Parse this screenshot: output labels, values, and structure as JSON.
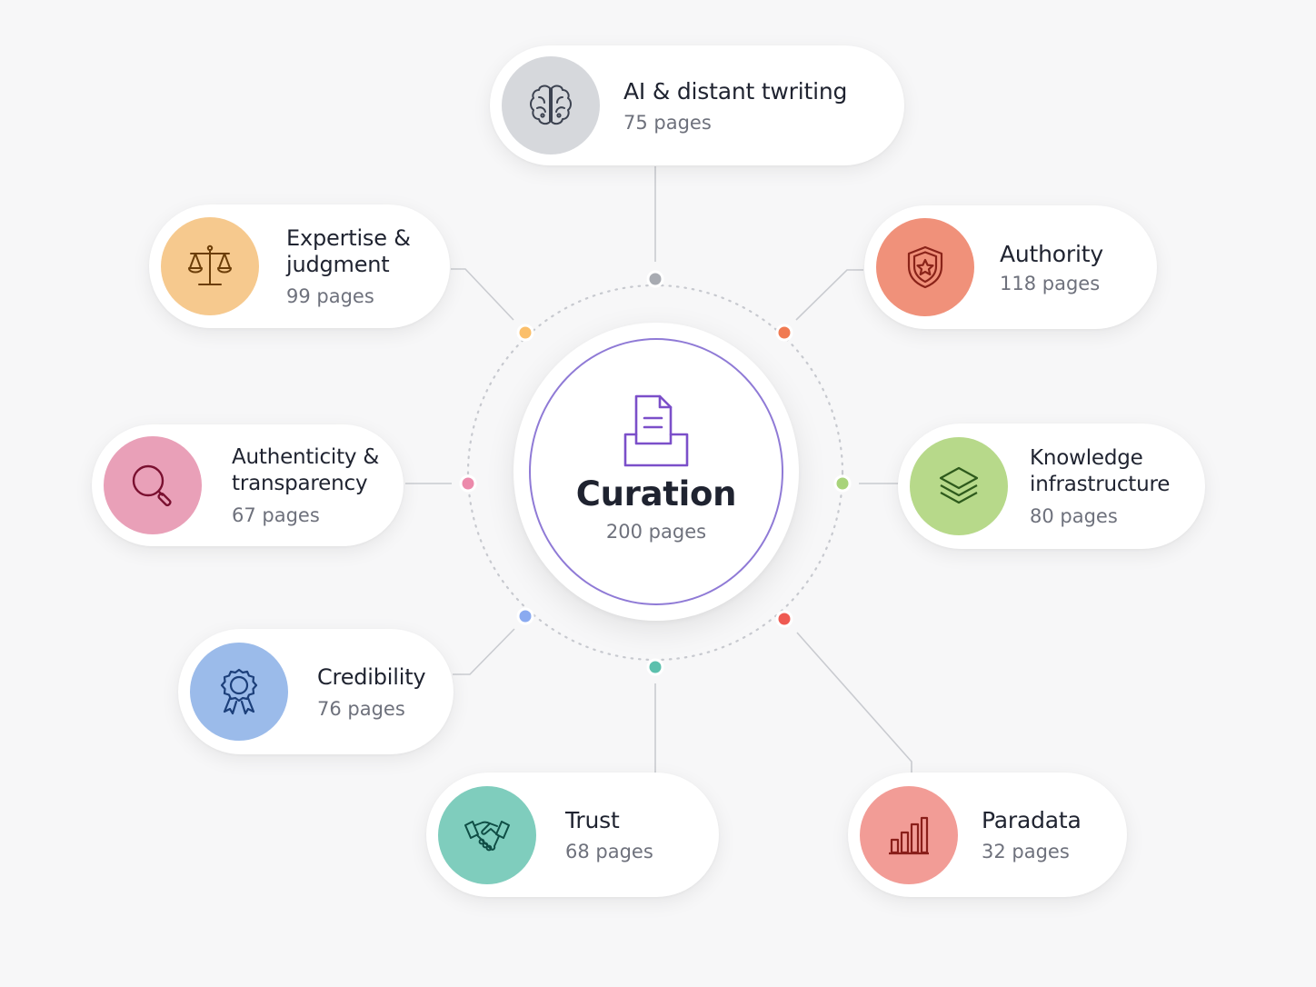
{
  "center": {
    "label": "Curation",
    "pages": "200 pages",
    "icon": "document-tray-icon",
    "ring_color": "#8f7ad6"
  },
  "nodes": [
    {
      "id": "ai-distant-writing",
      "label": "AI & distant twriting",
      "pages": "75 pages",
      "icon": "brain-icon",
      "color": "#d6d8dc",
      "dot": "#a8abb2"
    },
    {
      "id": "authority",
      "label": "Authority",
      "pages": "118 pages",
      "icon": "shield-star-icon",
      "color": "#f0917a",
      "dot": "#f07a52"
    },
    {
      "id": "knowledge-infrastructure",
      "label": "Knowledge\ninfrastructure",
      "pages": "80 pages",
      "icon": "layers-icon",
      "color": "#b7d98a",
      "dot": "#a8d37a"
    },
    {
      "id": "paradata",
      "label": "Paradata",
      "pages": "32 pages",
      "icon": "bar-chart-icon",
      "color": "#f29c96",
      "dot": "#ef5a52"
    },
    {
      "id": "trust",
      "label": "Trust",
      "pages": "68 pages",
      "icon": "handshake-icon",
      "color": "#7fcdbd",
      "dot": "#5cc0ad"
    },
    {
      "id": "credibility",
      "label": "Credibility",
      "pages": "76 pages",
      "icon": "award-ribbon-icon",
      "color": "#9bbbea",
      "dot": "#8aaaf0"
    },
    {
      "id": "authenticity-transparency",
      "label": "Authenticity &\ntransparency",
      "pages": "67 pages",
      "icon": "magnifier-icon",
      "color": "#e9a0b8",
      "dot": "#ec8aab"
    },
    {
      "id": "expertise-judgment",
      "label": "Expertise &\njudgment",
      "pages": "99 pages",
      "icon": "scales-icon",
      "color": "#f6c98e",
      "dot": "#fbbf6a"
    }
  ]
}
